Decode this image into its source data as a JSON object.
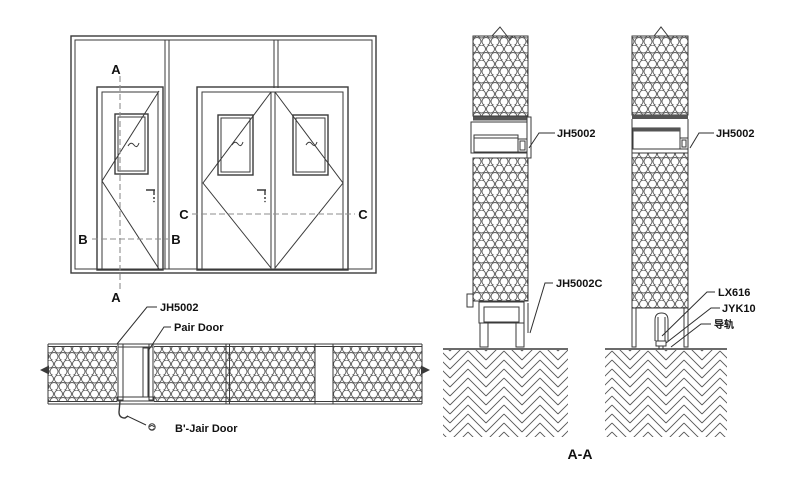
{
  "drawing": {
    "kind": "door-installation-technical-drawing",
    "elevation": {
      "section_markers": {
        "a_top": "A",
        "a_bottom": "A",
        "b_left": "B",
        "b_right": "B",
        "c_left": "C",
        "c_right": "C"
      }
    },
    "plan_section": {
      "labels": {
        "frame": "JH5002",
        "pair_door": "Pair Door",
        "b_jair_door": "B'-Jair Door"
      }
    },
    "detail_left": {
      "labels": {
        "head_frame": "JH5002",
        "bottom_channel": "JH5002C"
      }
    },
    "detail_right": {
      "labels": {
        "head_frame": "JH5002",
        "guide": "LX616",
        "floor_socket": "JYK10",
        "guide_rail": "导轨"
      }
    },
    "section_title": "A-A",
    "colors": {
      "line": "#3a3a3a",
      "dashed_line": "#8d8d8d",
      "text": "#111111",
      "background": "#ffffff"
    }
  }
}
